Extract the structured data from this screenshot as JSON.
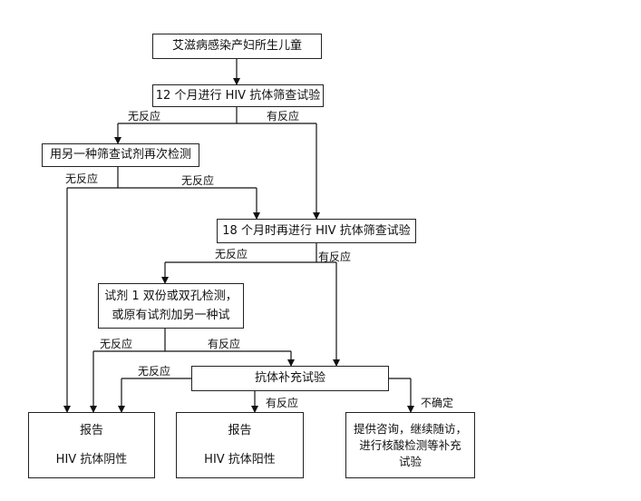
{
  "nodes": {
    "start": "艾滋病感染产妇所生儿童",
    "screen12": "12 个月进行 HIV 抗体筛查试验",
    "recheck": "用另一种筛查试剂再次检测",
    "screen18": "18 个月时再进行 HIV 抗体筛查试验",
    "reagent_line1": "试剂 1 双份或双孔检测，",
    "reagent_line2": "或原有试剂加另一种试",
    "supplement": "抗体补充试验",
    "neg_line1": "报告",
    "neg_line2": "HIV 抗体阴性",
    "pos_line1": "报告",
    "pos_line2": "HIV 抗体阳性",
    "consult_line1": "提供咨询，继续随访，",
    "consult_line2": "进行核酸检测等补充",
    "consult_line3": "试验"
  },
  "edge_labels": {
    "l1": "无反应",
    "l2": "有反应",
    "l3": "无反应",
    "l4": "无反应",
    "l5": "无反应",
    "l6": "有反应",
    "l7": "无反应",
    "l8": "有反应",
    "l9": "无反应",
    "l10": "有反应",
    "l11": "不确定"
  }
}
